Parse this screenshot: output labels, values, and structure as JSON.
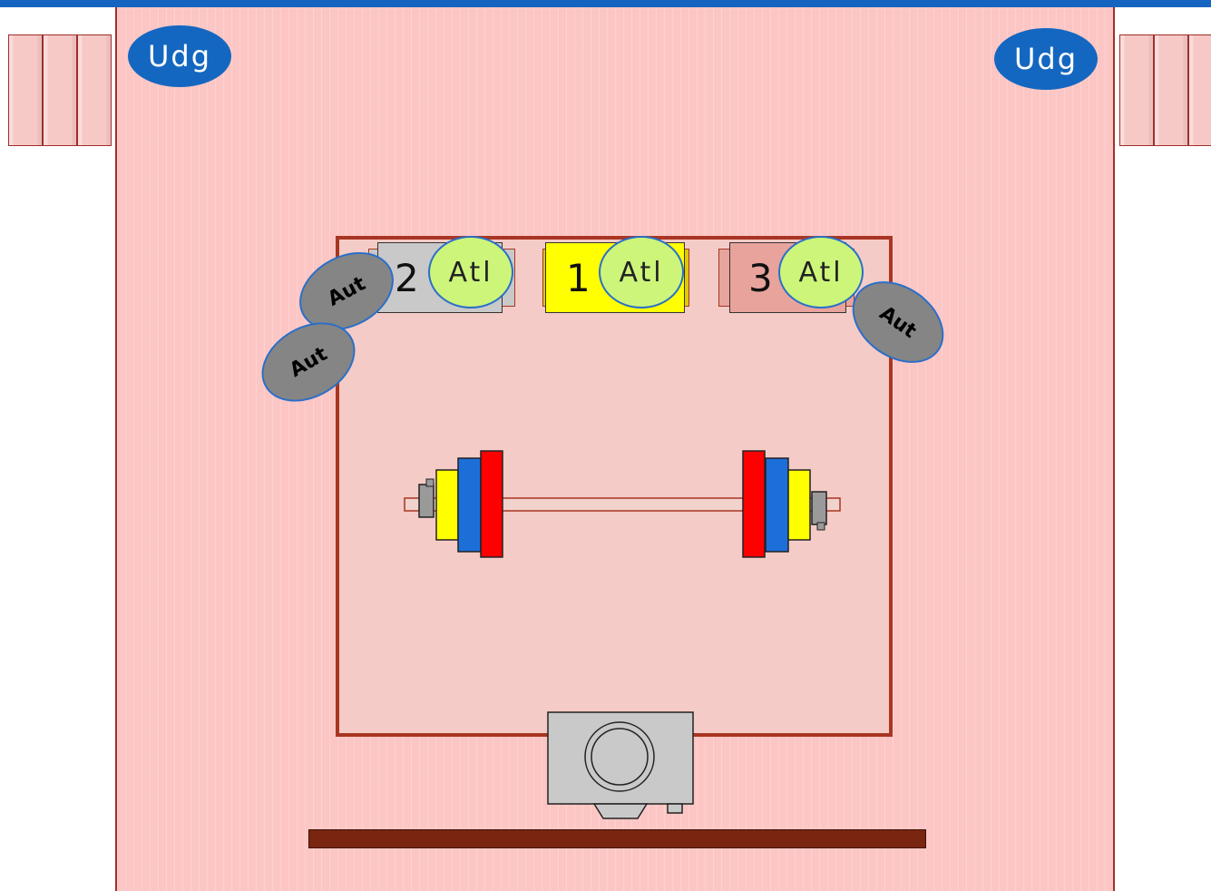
{
  "diagram": {
    "judges_label": "Udg",
    "athlete_label": "Atl",
    "assistant_label": "Aut",
    "positions": [
      {
        "number": "2",
        "color": "#c9c9c9"
      },
      {
        "number": "1",
        "color": "#ffff00"
      },
      {
        "number": "3",
        "color": "#e8a39c"
      }
    ],
    "colors": {
      "platform": "#fcc6c4",
      "competition_area": "#f4cbc6",
      "border": "#a83622",
      "judge": "#1467c0",
      "athlete": "#ccf57a",
      "assistant": "#858585",
      "plate_red": "#ff0000",
      "plate_blue": "#1c6fd8",
      "plate_yellow": "#ffff00",
      "bench": "#7a2510"
    },
    "icons": [
      "barbell-icon",
      "camera-icon",
      "weight-plate-stack-icon"
    ]
  }
}
